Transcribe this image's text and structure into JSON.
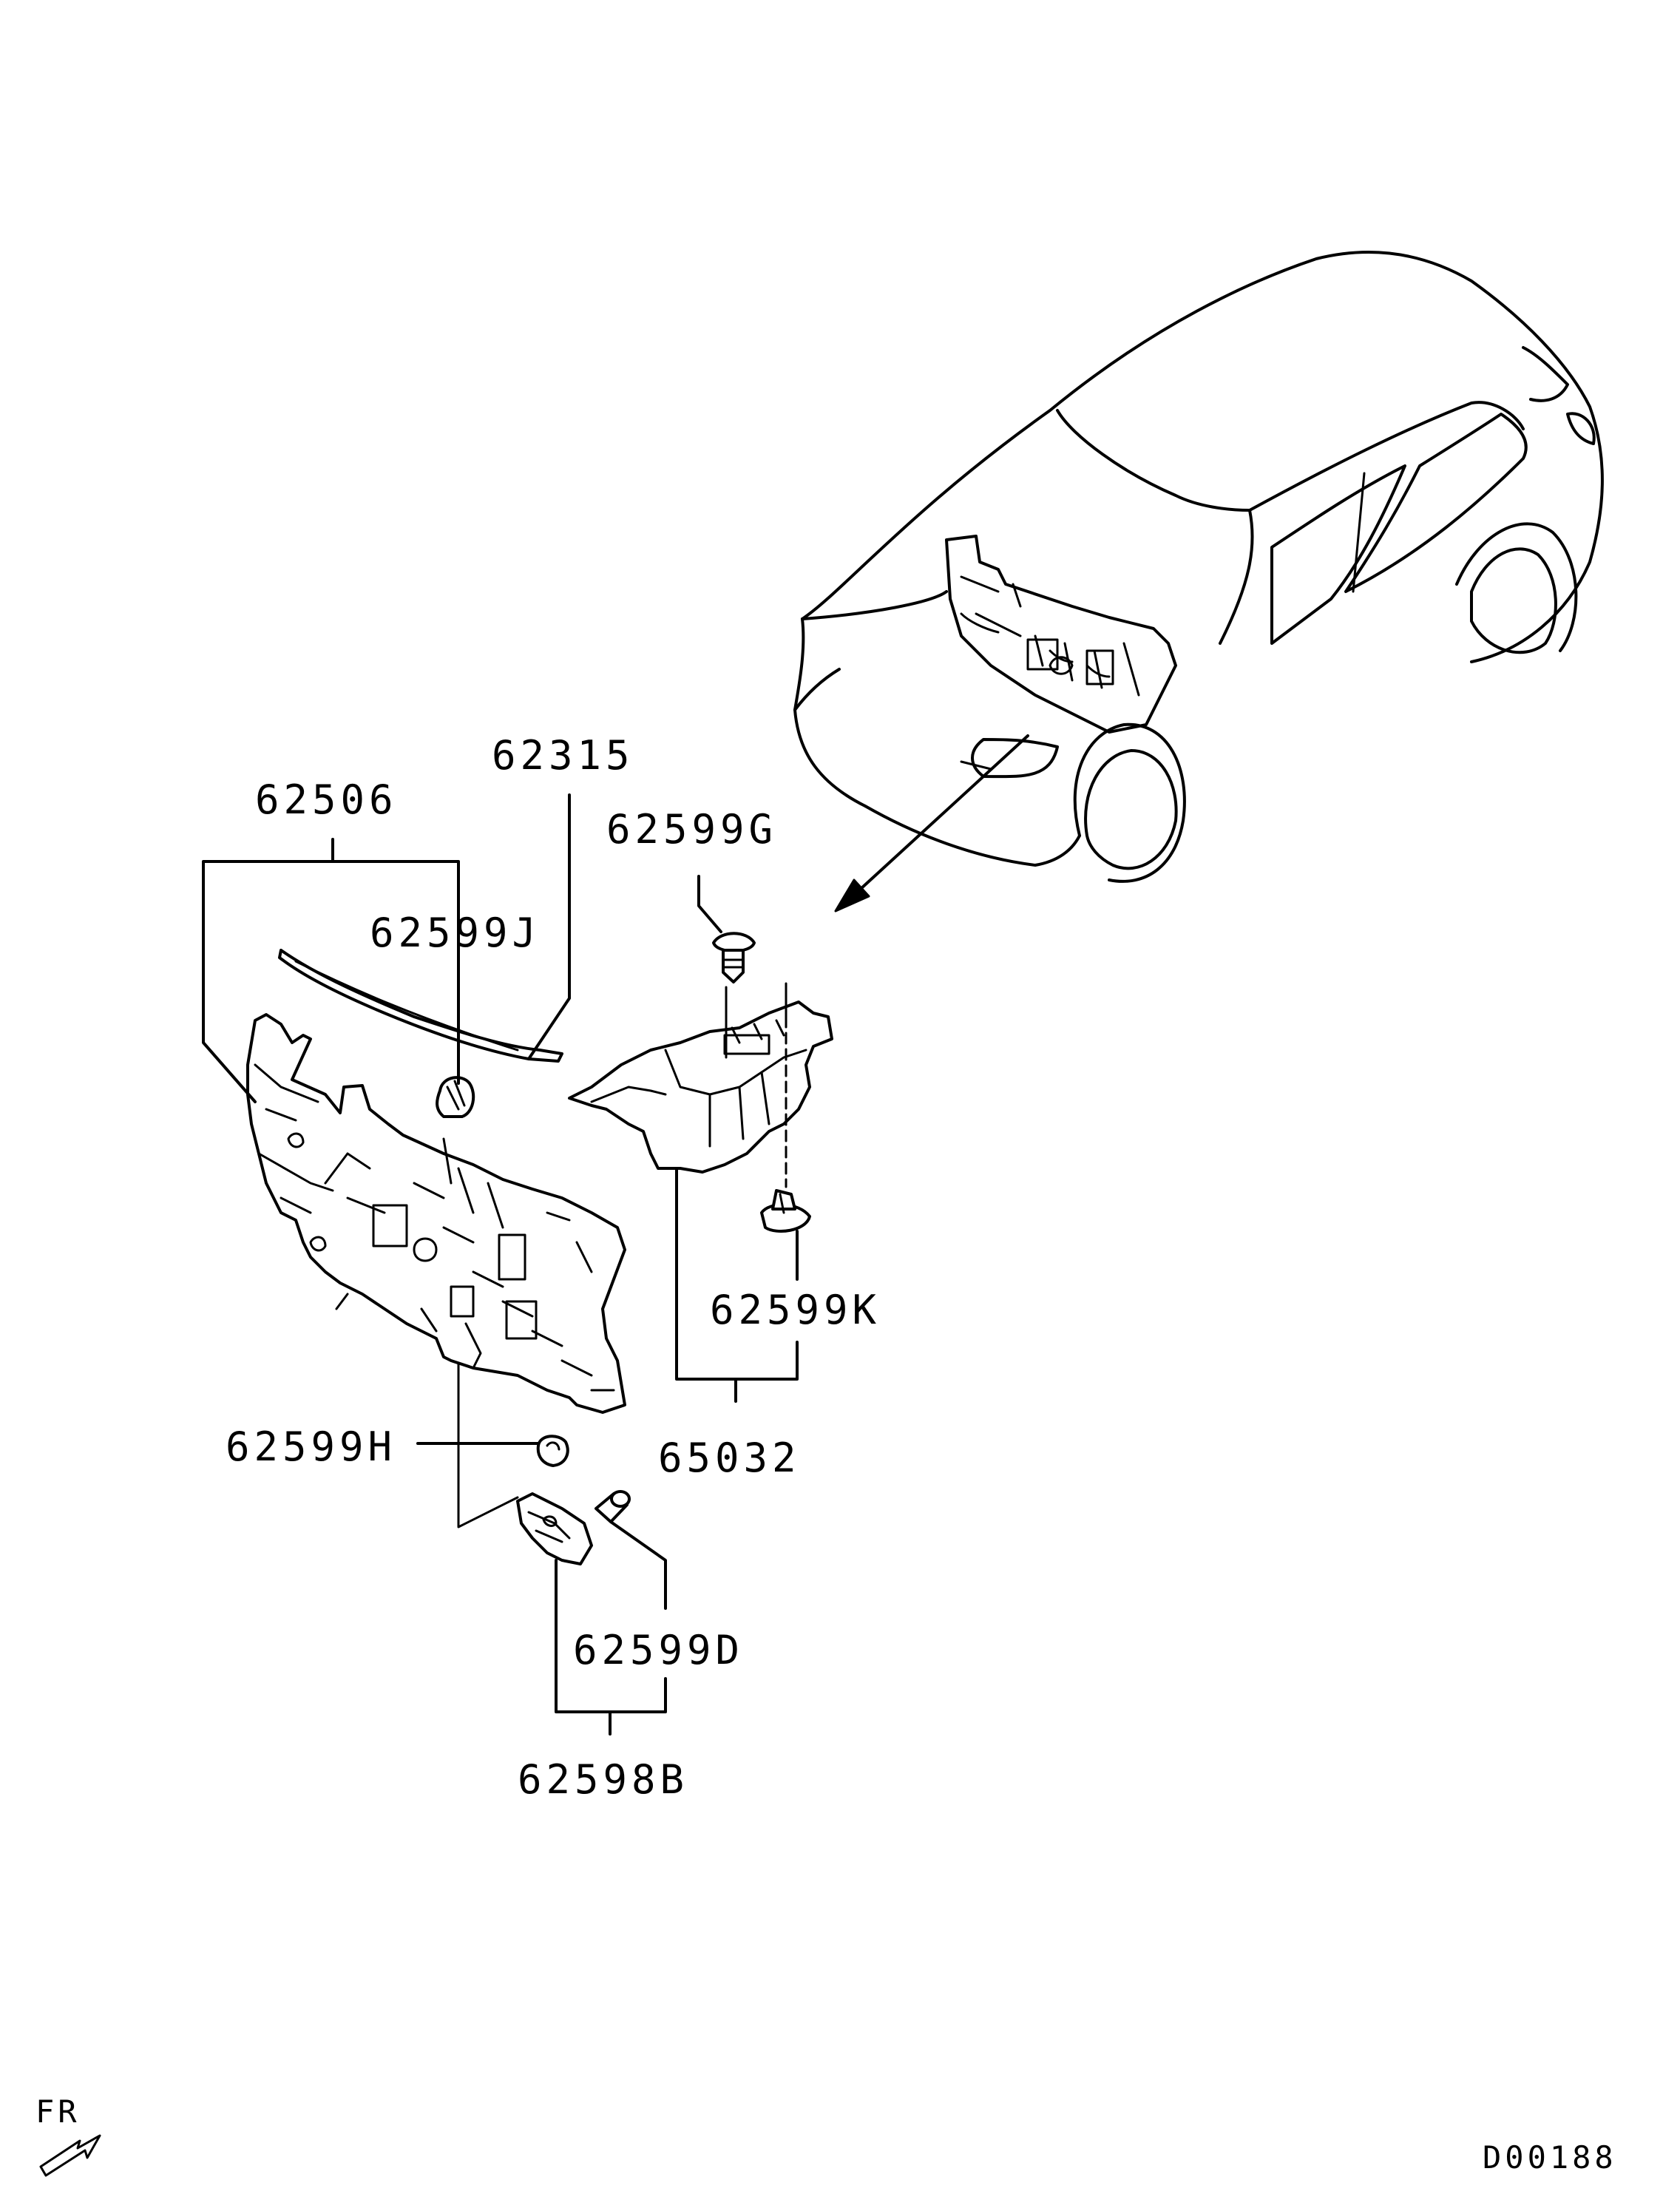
{
  "labels": {
    "p62315": "62315",
    "p62506": "62506",
    "p62599G": "62599G",
    "p62599J": "62599J",
    "p62599K": "62599K",
    "p65032": "65032",
    "p62599H": "62599H",
    "p62599D": "62599D",
    "p62598B": "62598B"
  },
  "direction": "FR",
  "diagram_code": "D00188"
}
